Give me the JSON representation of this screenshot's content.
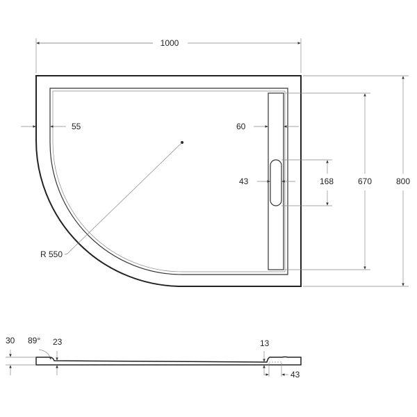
{
  "title": "Shower tray dimension drawing",
  "dimensions": {
    "width": "1000",
    "height": "800",
    "inner_height": "670",
    "rim": "55",
    "channel_width": "60",
    "slot_width": "43",
    "slot_length": "168",
    "radius": "R 550"
  },
  "section": {
    "total_height": "30",
    "angle": "89°",
    "inner_depth": "23",
    "drain_depth": "13",
    "drain_offset": "43"
  }
}
